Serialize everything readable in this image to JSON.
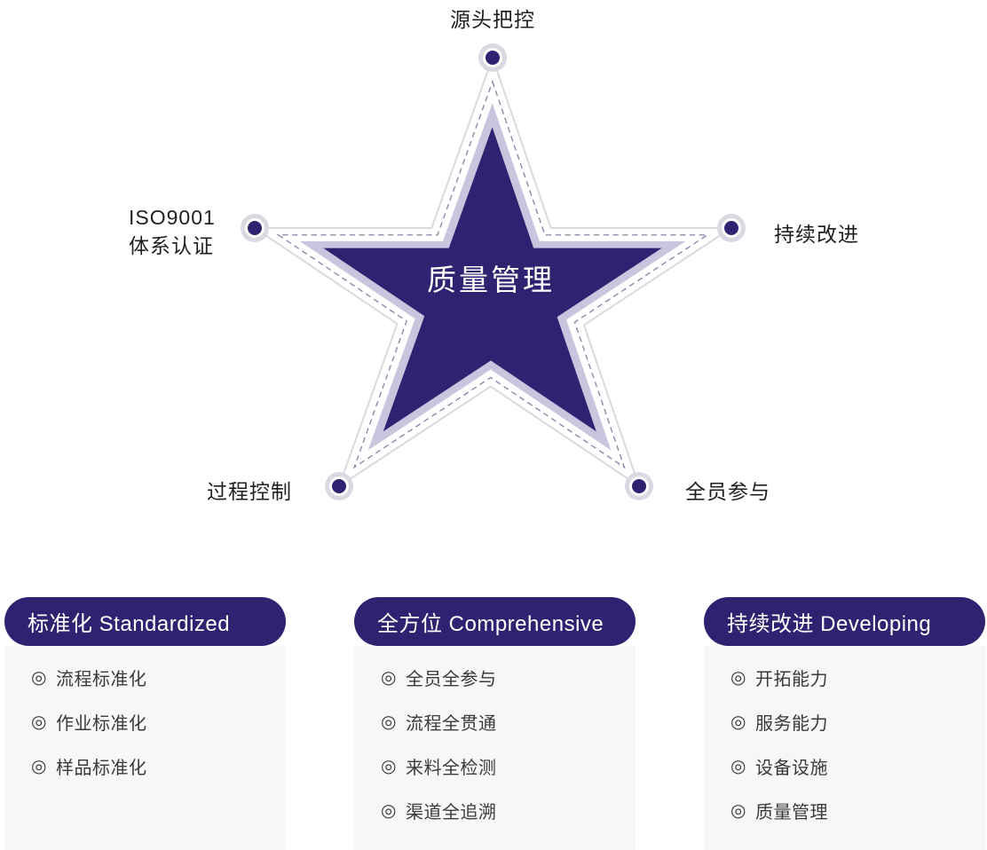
{
  "diagram": {
    "center_label": "质量管理",
    "labels": {
      "top": "源头把控",
      "left_line1": "ISO9001",
      "left_line2": "体系认证",
      "right": "持续改进",
      "bottom_left": "过程控制",
      "bottom_right": "全员参与"
    }
  },
  "bullet": "◎",
  "cards": [
    {
      "title": "标准化 Standardized",
      "items": [
        "流程标准化",
        "作业标准化",
        "样品标准化"
      ]
    },
    {
      "title": "全方位 Comprehensive",
      "items": [
        "全员全参与",
        "流程全贯通",
        "来料全检测",
        "渠道全追溯"
      ]
    },
    {
      "title": "持续改进 Developing",
      "items": [
        "开拓能力",
        "服务能力",
        "设备设施",
        "质量管理"
      ]
    }
  ],
  "colors": {
    "primary": "#2d2371",
    "lavender": "#c9c5df",
    "outline": "#d9d9e0",
    "dashed": "#8f8cab",
    "node-ring": "#d9d9e2",
    "card-body": "#f7f7f8",
    "text-dark": "#1f1f1f",
    "item-text": "#3a3a3a"
  }
}
